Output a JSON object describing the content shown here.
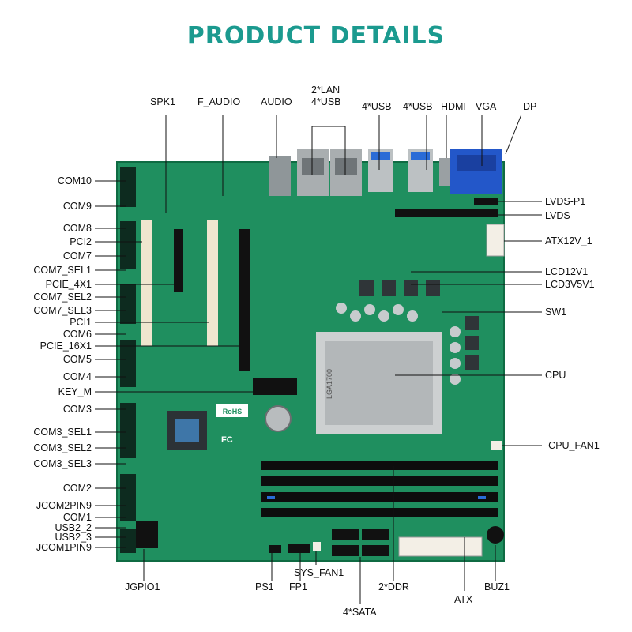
{
  "title": "PRODUCT DETAILS",
  "labels": {
    "spk1": "SPK1",
    "f_audio": "F_AUDIO",
    "audio": "AUDIO",
    "lan_usb_1": "2*LAN",
    "lan_usb_2": "4*USB",
    "usb_a": "4*USB",
    "usb_b": "4*USB",
    "hdmi": "HDMI",
    "vga": "VGA",
    "dp": "DP",
    "com10": "COM10",
    "com9": "COM9",
    "com8": "COM8",
    "pci2": "PCI2",
    "com7": "COM7",
    "com7_sel1": "COM7_SEL1",
    "pcie_4x1": "PCIE_4X1",
    "com7_sel2": "COM7_SEL2",
    "com7_sel3": "COM7_SEL3",
    "pci1": "PCI1",
    "com6": "COM6",
    "pcie_16x1": "PCIE_16X1",
    "com5": "COM5",
    "com4": "COM4",
    "key_m": "KEY_M",
    "com3": "COM3",
    "com3_sel1": "COM3_SEL1",
    "com3_sel2": "COM3_SEL2",
    "com3_sel3": "COM3_SEL3",
    "com2": "COM2",
    "jcom2pin9": "JCOM2PIN9",
    "com1": "COM1",
    "usb2_2": "USB2_2",
    "usb2_3": "USB2_3",
    "jcom1pin9": "JCOM1PIN9",
    "jgpio1": "JGPIO1",
    "ps1": "PS1",
    "fp1": "FP1",
    "sys_fan1": "SYS_FAN1",
    "ddr": "2*DDR",
    "sata": "4*SATA",
    "atx": "ATX",
    "buz1": "BUZ1",
    "lvds_p1": "LVDS-P1",
    "lvds": "LVDS",
    "atx12v": "ATX12V_1",
    "lcd12v1": "LCD12V1",
    "lcd3v5v1": "LCD3V5V1",
    "sw1": "SW1",
    "cpu": "CPU",
    "cpu_fan1": "-CPU_FAN1"
  },
  "board_text": {
    "rohs": "RoHS",
    "fc": "FC",
    "socket": "LGA1700"
  },
  "colors": {
    "title": "#1b9a8f",
    "board": "#1f8f5f",
    "board_dark": "#157a4e",
    "line": "#111111"
  }
}
